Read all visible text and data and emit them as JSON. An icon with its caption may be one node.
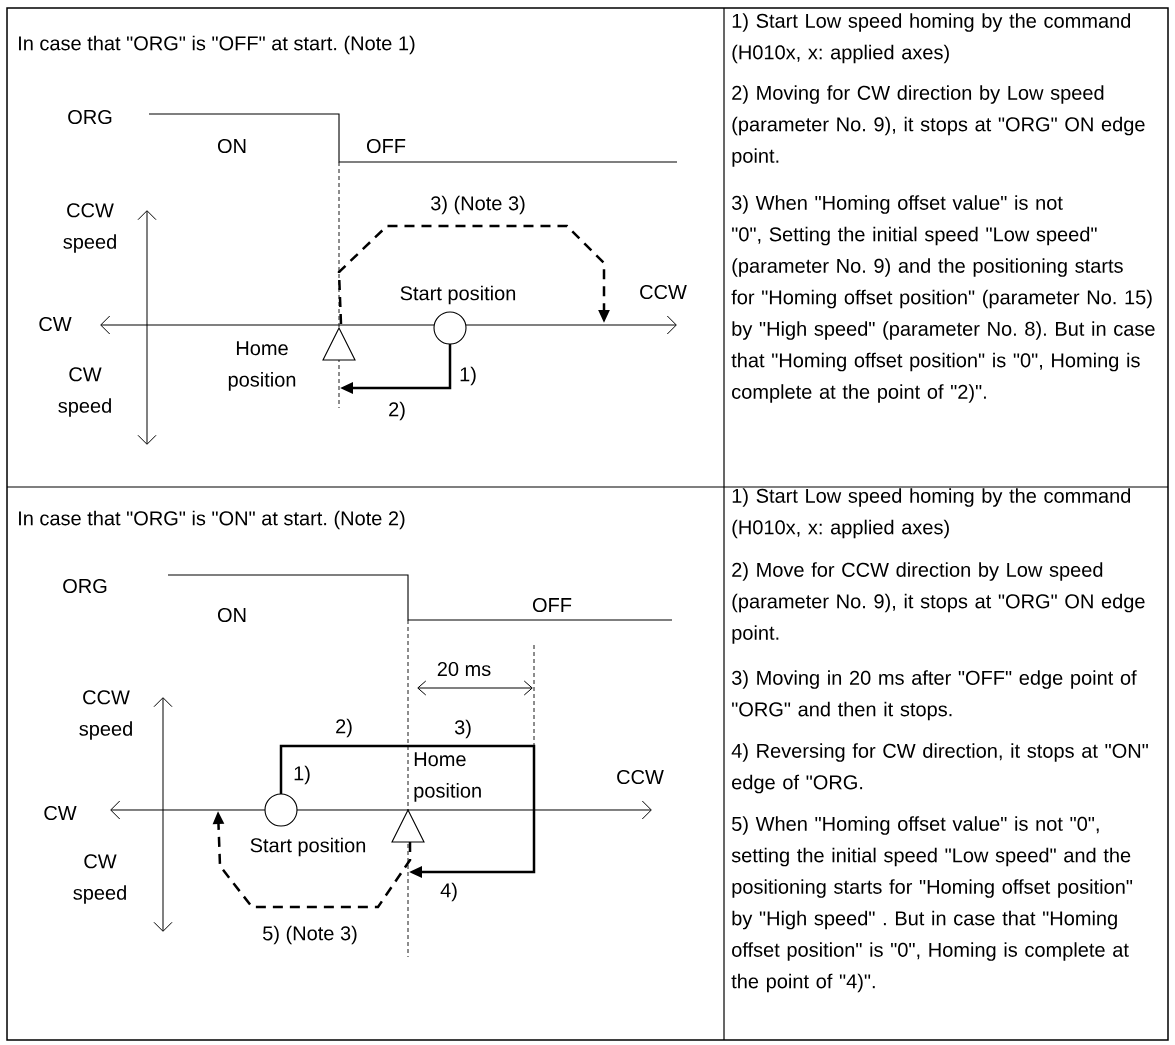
{
  "diagram": {
    "labels": [
      "In case that \"ORG\" is \"OFF\" at start. (Note 1)",
      "ORG",
      "ON",
      "OFF",
      "3) (Note 3)",
      "CCW speed",
      "Start position",
      "CCW",
      "CW",
      "Home position",
      "1)",
      "CW speed",
      "2)",
      "1) Start Low speed homing by the command (H010x, x: applied axes)",
      "2) Moving for CW direction by Low speed (parameter No. 9), it stops at \"ORG\" ON edge point.",
      "3) When \"Homing offset value\" is not \"0\", Setting the initial speed \"Low speed\" (parameter No. 9) and the positioning starts for \"Homing offset position\" (parameter No. 15) by \"High speed\" (parameter No. 8). But in case that \"Homing offset position\" is \"0\", Homing is complete at the point of \"2)\".",
      "In case that \"ORG\" is \"ON\" at start. (Note 2)",
      "ORG",
      "OFF",
      "ON",
      "20 ms",
      "CCW speed",
      "2)",
      "3)",
      "1)",
      "Home position",
      "CCW",
      "CW",
      "Start position",
      "CW speed",
      "4)",
      "5) (Note 3)",
      "1) Start Low speed homing by the command (H010x, x: applied axes)",
      "2) Move for CCW direction by Low speed (parameter No. 9), it stops at \"ORG\" ON edge point.",
      "3) Moving in 20 ms after \"OFF\" edge point of \"ORG\" and then it stops.",
      "4) Reversing for CW direction, it stops at \"ON\" edge of \"ORG.",
      "5) When \"Homing offset value\" is not \"0\", setting the initial speed \"Low speed\" and the positioning starts for \"Homing offset position\" by \"High speed\" . But in case that \"Homing offset position\" is \"0\", Homing is complete at the point of \"4)\"."
    ]
  }
}
